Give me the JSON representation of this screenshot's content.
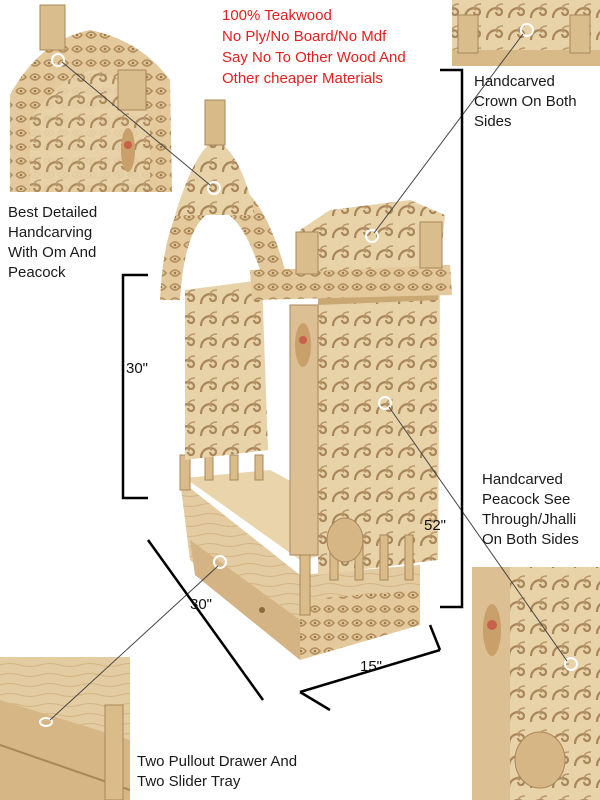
{
  "material_notes": [
    "100% Teakwood",
    "No Ply/No Board/No Mdf",
    "Say No To Other Wood And",
    "Other cheaper Materials"
  ],
  "labels": {
    "crown": [
      "Handcarved",
      "Crown On Both",
      "Sides"
    ],
    "carving": [
      "Best Detailed",
      "Handcarving",
      "With Om And",
      "Peacock"
    ],
    "jhalli": [
      "Handcarved",
      "Peacock See",
      "Through/Jhalli",
      "On Both Sides"
    ],
    "drawer": [
      "Two Pullout Drawer And",
      "Two Slider Tray"
    ]
  },
  "dimensions": {
    "height_inner": "30\"",
    "height_total": "52\"",
    "width": "30\"",
    "depth": "15\""
  },
  "colors": {
    "wood_light": "#e6cfa6",
    "wood_mid": "#d2b27f",
    "wood_dark": "#a9875a",
    "accent_red": "#e02020"
  }
}
